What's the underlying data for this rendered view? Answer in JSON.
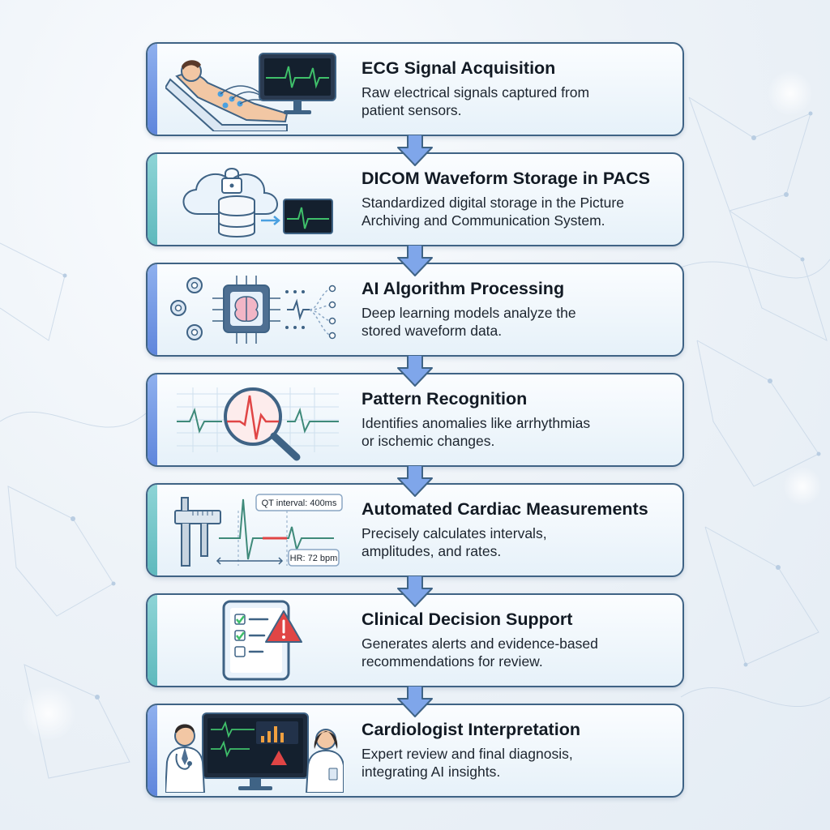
{
  "steps": [
    {
      "title": "ECG Signal Acquisition",
      "lines": [
        "Raw electrical signals captured from",
        "patient sensors."
      ],
      "accent": "blue",
      "icon": "patient-monitor-icon"
    },
    {
      "title": "DICOM Waveform Storage in PACS",
      "lines": [
        "Standardized digital storage in the Picture",
        "Archiving and Communication System."
      ],
      "accent": "teal",
      "icon": "cloud-database-icon"
    },
    {
      "title": "AI Algorithm Processing",
      "lines": [
        "Deep learning models analyze the",
        "stored waveform data."
      ],
      "accent": "blue",
      "icon": "ai-chip-icon"
    },
    {
      "title": "Pattern Recognition",
      "lines": [
        "Identifies anomalies like arrhythmias",
        "or ischemic changes."
      ],
      "accent": "blue",
      "icon": "magnifier-ecg-icon"
    },
    {
      "title": "Automated Cardiac Measurements",
      "lines": [
        "Precisely calculates intervals,",
        "amplitudes, and rates."
      ],
      "accent": "teal",
      "icon": "caliper-icon",
      "callouts": {
        "qt": "QT interval: 400ms",
        "hr": "HR: 72 bpm"
      }
    },
    {
      "title": "Clinical Decision Support",
      "lines": [
        "Generates alerts and evidence-based",
        "recommendations for review."
      ],
      "accent": "teal",
      "icon": "tablet-alert-icon"
    },
    {
      "title": "Cardiologist Interpretation",
      "lines": [
        "Expert review and final diagnosis,",
        "integrating AI insights."
      ],
      "accent": "blue",
      "icon": "doctors-monitor-icon"
    }
  ],
  "colors": {
    "card_border": "#3f6385",
    "ecg_green": "#3fbf6a",
    "alert_red": "#e04545",
    "arrow_blue": "#5b8fe0"
  }
}
